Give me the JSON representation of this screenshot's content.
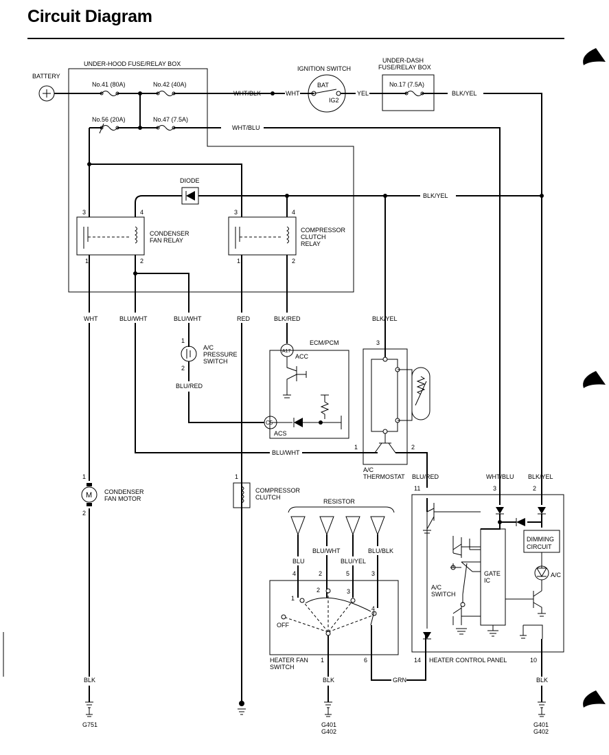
{
  "title": "Circuit Diagram",
  "battery": {
    "label": "BATTERY"
  },
  "underhood_box": {
    "label": "UNDER-HOOD FUSE/RELAY BOX",
    "fuses": {
      "f41": "No.41 (80A)",
      "f42": "No.42 (40A)",
      "f56": "No.56 (20A)",
      "f47": "No.47 (7.5A)"
    }
  },
  "ignition": {
    "label": "IGNITION SWITCH",
    "bat": "BAT",
    "ig2": "IG2"
  },
  "underdash_box": {
    "label1": "UNDER-DASH",
    "label2": "FUSE/RELAY BOX",
    "fuse": "No.17 (7.5A)"
  },
  "diode": {
    "label": "DIODE"
  },
  "condenser_relay": {
    "line1": "CONDENSER",
    "line2": "FAN RELAY",
    "pins": [
      "3",
      "4",
      "1",
      "2"
    ]
  },
  "compressor_relay": {
    "line1": "COMPRESSOR",
    "line2": "CLUTCH",
    "line3": "RELAY",
    "pins": [
      "3",
      "4",
      "1",
      "2"
    ]
  },
  "wires": {
    "wht_blk": "WHT/BLK",
    "wht": "WHT",
    "yel": "YEL",
    "blk_yel": "BLK/YEL",
    "wht_blu": "WHT/BLU",
    "blu_wht": "BLU/WHT",
    "red": "RED",
    "blk_red": "BLK/RED",
    "blu_red": "BLU/RED",
    "blu": "BLU",
    "blu_yel": "BLU/YEL",
    "blu_blk": "BLU/BLK",
    "blk": "BLK",
    "grn": "GRN"
  },
  "pressure_switch": {
    "line1": "A/C",
    "line2": "PRESSURE",
    "line3": "SWITCH",
    "pin1": "1",
    "pin2": "2"
  },
  "ecm": {
    "label": "ECM/PCM",
    "a17": "A17",
    "acc": "ACC",
    "c5": "C5",
    "acs": "ACS"
  },
  "thermostat": {
    "line1": "A/C",
    "line2": "THERMOSTAT",
    "pin3": "3",
    "pin1": "1",
    "pin2": "2"
  },
  "condenser_motor": {
    "line1": "CONDENSER",
    "line2": "FAN MOTOR",
    "symbol": "M",
    "pin1": "1",
    "pin2": "2"
  },
  "compressor_clutch": {
    "line1": "COMPRESSOR",
    "line2": "CLUTCH",
    "pin1": "1"
  },
  "resistor": {
    "label": "RESISTOR"
  },
  "fan_switch": {
    "line1": "HEATER FAN",
    "line2": "SWITCH",
    "off": "OFF",
    "pins": [
      "4",
      "2",
      "5",
      "3",
      "1",
      "6"
    ],
    "positions": [
      "1",
      "2",
      "3",
      "4"
    ]
  },
  "control_panel": {
    "label": "HEATER CONTROL PANEL",
    "gate1": "GATE",
    "gate2": "IC",
    "dim1": "DIMMING",
    "dim2": "CIRCUIT",
    "ac": "A/C",
    "sw1": "A/C",
    "sw2": "SWITCH",
    "pins": [
      "11",
      "3",
      "2",
      "14",
      "10"
    ]
  },
  "grounds": {
    "g751": "G751",
    "g401": "G401",
    "g402": "G402"
  }
}
